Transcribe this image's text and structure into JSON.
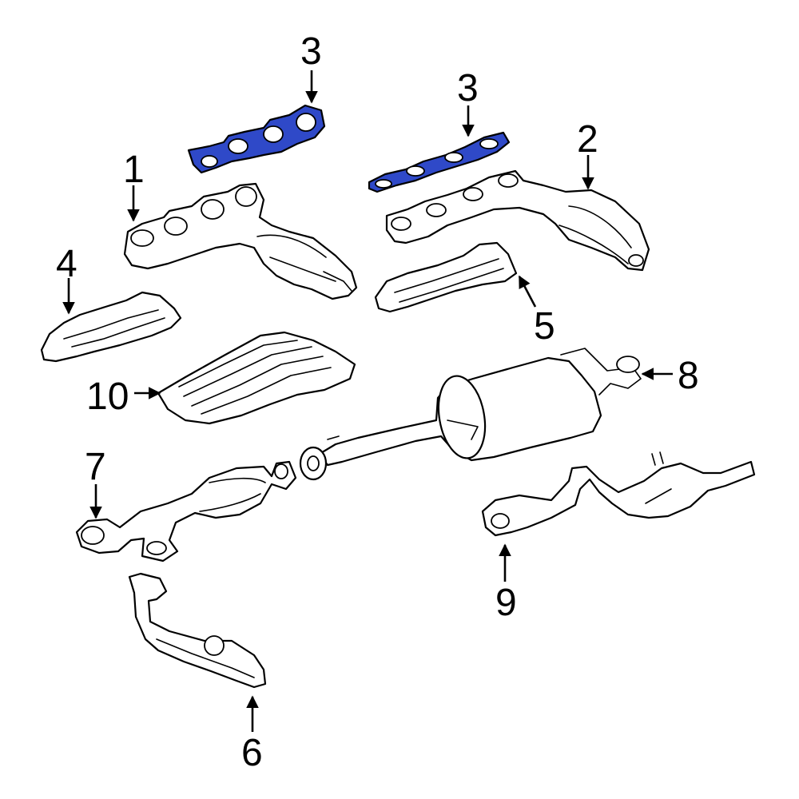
{
  "diagram": {
    "highlight_color": "#2f49c8",
    "callouts": {
      "c1": "1",
      "c2": "2",
      "c3a": "3",
      "c3b": "3",
      "c4": "4",
      "c5": "5",
      "c6": "6",
      "c7": "7",
      "c8": "8",
      "c9": "9",
      "c10": "10"
    }
  }
}
